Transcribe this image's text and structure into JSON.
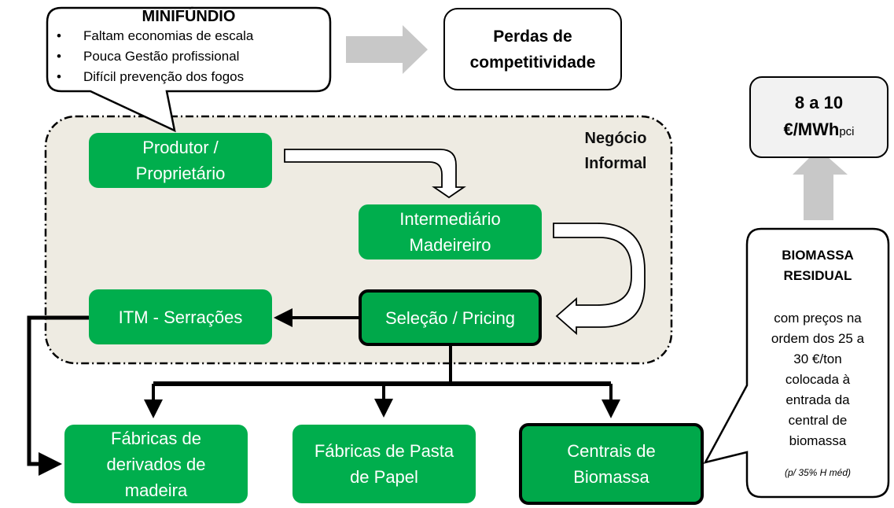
{
  "minifundio_callout": {
    "title": "MINIFÚNDIO",
    "items": [
      "Faltam economias de escala",
      "Pouca Gestão profissional",
      "Difícil prevenção dos fogos"
    ]
  },
  "perdas_box": {
    "line1": "Perdas de",
    "line2": "competitividade"
  },
  "informal_region": {
    "line1": "Negócio",
    "line2": "Informal"
  },
  "nodes": {
    "produtor": {
      "line1": "Produtor /",
      "line2": "Proprietário"
    },
    "intermediario": {
      "line1": "Intermediário",
      "line2": "Madeireiro"
    },
    "selecao": {
      "line1": "Seleção / Pricing"
    },
    "itm": {
      "line1": "ITM - Serrações"
    },
    "fabricas_derivados": {
      "line1": "Fábricas de",
      "line2": "derivados de",
      "line3": "madeira"
    },
    "fabricas_pasta": {
      "line1": "Fábricas de Pasta",
      "line2": "de Papel"
    },
    "centrais": {
      "line1": "Centrais de",
      "line2": "Biomassa"
    }
  },
  "price_box": {
    "line1": "8 a 10",
    "line2_main": "€/MWh",
    "line2_sub": "pci"
  },
  "biomassa_callout": {
    "title1": "BIOMASSA",
    "title2": "RESIDUAL",
    "body": [
      "com preços na",
      "ordem dos 25 a",
      "30 €/ton",
      "colocada à",
      "entrada da",
      "central de",
      "biomassa"
    ],
    "note": "(p/ 35% H méd)"
  },
  "colors": {
    "node_green": "#00ae4d",
    "region_fill": "#eeebe2",
    "arrow_gray": "#c8c8c8"
  }
}
